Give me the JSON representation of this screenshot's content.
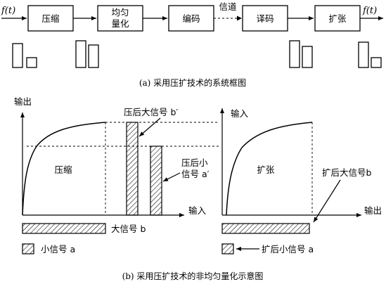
{
  "part_a": {
    "input": "f(t)",
    "output": "f(t)",
    "blocks": {
      "compress": "压缩",
      "quantize_line1": "均匀",
      "quantize_line2": "量化",
      "encode": "编码",
      "decode": "译码",
      "expand": "扩张"
    },
    "channel": "信道",
    "caption": "(a) 采用压扩技术的系统框图"
  },
  "part_b": {
    "left_graph": {
      "y_axis": "输出",
      "x_axis": "输入",
      "region": "压缩"
    },
    "right_graph": {
      "y_axis": "输入",
      "x_axis": "输出",
      "region": "扩张"
    },
    "labels": {
      "compressed_large": "压后大信号 b′",
      "compressed_small_line1": "压后小",
      "compressed_small_line2": "信号 a′",
      "large_signal": "大信号 b",
      "small_signal": "小信号 a",
      "expanded_large": "扩后大信号b",
      "expanded_small": "扩后小信号 a"
    },
    "caption": "(b) 采用压扩技术的非均匀量化示意图"
  }
}
